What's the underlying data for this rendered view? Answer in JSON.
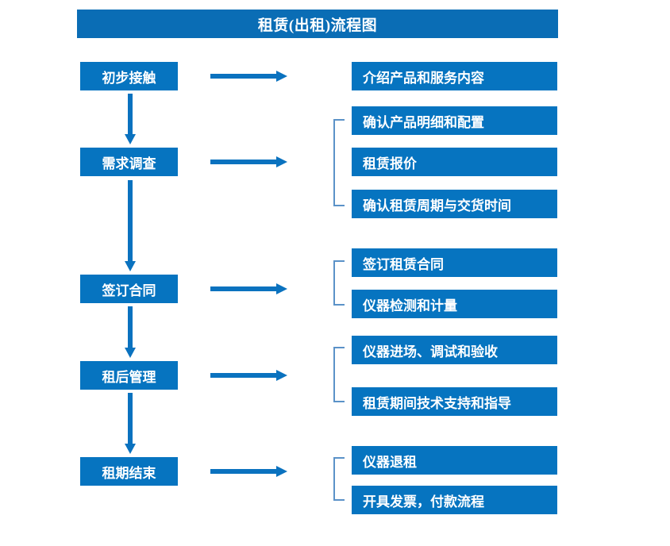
{
  "title": "租赁(出租)流程图",
  "theme": {
    "title_bar_color": "#0A6DB5",
    "box_color": "#0674C0",
    "arrow_color": "#0A72BF",
    "bracket_color": "#5B92C8",
    "text_color": "#FFFFFF",
    "background": "#FFFFFF"
  },
  "stages": [
    {
      "label": "初步接触"
    },
    {
      "label": "需求调查"
    },
    {
      "label": "签订合同"
    },
    {
      "label": "租后管理"
    },
    {
      "label": "租期结束"
    }
  ],
  "details": [
    {
      "label": "介绍产品和服务内容"
    },
    {
      "label": "确认产品明细和配置"
    },
    {
      "label": "租赁报价"
    },
    {
      "label": "确认租赁周期与交货时间"
    },
    {
      "label": "签订租赁合同"
    },
    {
      "label": "仪器检测和计量"
    },
    {
      "label": "仪器进场、调试和验收"
    },
    {
      "label": "租赁期间技术支持和指导"
    },
    {
      "label": "仪器退租"
    },
    {
      "label": "开具发票，付款流程"
    }
  ],
  "flow_data": {
    "type": "flowchart",
    "title": "租赁(出租)流程图",
    "orientation": "vertical-stages-with-horizontal-detail-branches",
    "groups": [
      {
        "stage": "初步接触",
        "details": [
          "介绍产品和服务内容"
        ]
      },
      {
        "stage": "需求调查",
        "details": [
          "确认产品明细和配置",
          "租赁报价",
          "确认租赁周期与交货时间"
        ]
      },
      {
        "stage": "签订合同",
        "details": [
          "签订租赁合同",
          "仪器检测和计量"
        ]
      },
      {
        "stage": "租后管理",
        "details": [
          "仪器进场、调试和验收",
          "租赁期间技术支持和指导"
        ]
      },
      {
        "stage": "租期结束",
        "details": [
          "仪器退租",
          "开具发票，付款流程"
        ]
      }
    ]
  }
}
